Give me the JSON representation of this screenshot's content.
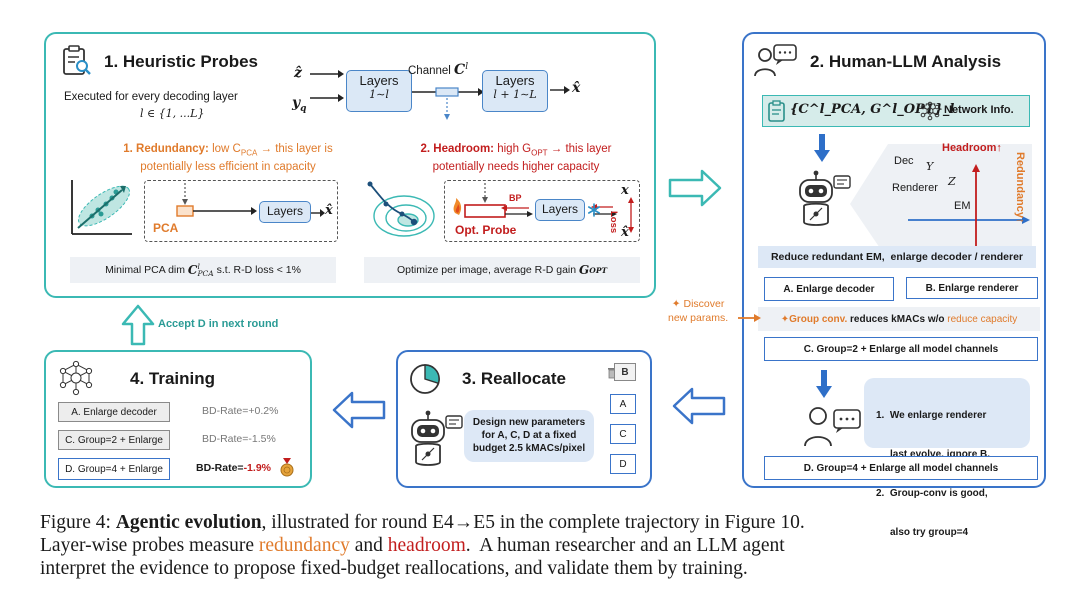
{
  "panel1": {
    "title": "1. Heuristic Probes",
    "executed": "Executed for every decoding layer",
    "layer_range": "l ∈ {1, ...L}",
    "input_z": "ẑ",
    "input_y": "y_q",
    "layers_a": "Layers",
    "layers_a_sub": "1∼l",
    "channel_label": "Channel",
    "channel_sym": "C",
    "channel_sup": "l",
    "layers_b": "Layers",
    "layers_b_sub": "l + 1∼L",
    "output_x": "x̂",
    "redundancy_lead": "1. Redundancy:",
    "redundancy_body1": "low C",
    "redundancy_sub": "PCA",
    "redundancy_body2": " → this layer is",
    "redundancy_line2": "potentially less efficient in capacity",
    "headroom_lead": "2. Headroom:",
    "headroom_body1": "high G",
    "headroom_sub": "OPT",
    "headroom_body2": " → this layer",
    "headroom_line2": "potentially needs higher capacity",
    "pca_label": "PCA",
    "pca_layers": "Layers",
    "opt_bp": "BP",
    "opt_layers": "Layers",
    "opt_probe": "Opt. Probe",
    "opt_loss": "Loss",
    "opt_x": "x",
    "opt_xhat": "x̂",
    "metric1_pre": "Minimal PCA dim ",
    "metric1_sym": "C",
    "metric1_sub": "PCA",
    "metric1_sup": "l",
    "metric1_post": " s.t. R-D loss < 1%",
    "metric2_pre": "Optimize per image, average R-D gain ",
    "metric2_sym": "G",
    "metric2_sub": "OPT"
  },
  "panel2": {
    "title": "2. Human-LLM Analysis",
    "evidence": "{C^l_PCA, G^l_OPT}_l",
    "network_info": "Network Info.",
    "chart_headroom": "Headroom↑",
    "chart_redundancy": "Redundancy↑",
    "chart_dec": "Dec",
    "chart_y": "Y",
    "chart_renderer": "Renderer",
    "chart_z": "Z",
    "chart_em": "EM",
    "summary": "Reduce redundant EM,  enlarge decoder / renderer",
    "option_a": "A. Enlarge decoder",
    "option_b": "B. Enlarge renderer",
    "group_conv_lead": "Group conv.",
    "group_conv_mid": " reduces kMACs w/o ",
    "group_conv_tail": "reduce capacity",
    "option_c": "C. Group=2 + Enlarge all model channels",
    "human_note1": "1.  We enlarge renderer",
    "human_note1b": "last evolve, ignore B.",
    "human_note2": "2.  Group-conv is good,",
    "human_note2b": "also try group=4",
    "option_d": "D. Group=4 + Enlarge all model channels"
  },
  "discover": {
    "line1": "Discover",
    "line2": "new params."
  },
  "panel3": {
    "title": "3. Reallocate",
    "text1": "Design new parameters",
    "text2": "for A, C, D at a fixed",
    "text3": "budget 2.5 kMACs/pixel",
    "items": [
      "B",
      "A",
      "C",
      "D"
    ]
  },
  "panel4": {
    "title": "4. Training",
    "rows": [
      {
        "label": "A. Enlarge decoder",
        "metric": "BD-Rate=+0.2%"
      },
      {
        "label": "C. Group=2 + Enlarge",
        "metric": "BD-Rate=-1.5%"
      },
      {
        "label": "D. Group=4 + Enlarge",
        "metric_pre": "BD-Rate=",
        "metric_val": "-1.9%"
      }
    ]
  },
  "accept": "Accept D in next round",
  "caption": {
    "fig": "Figure 4: ",
    "bold": "Agentic evolution",
    "t1": ", illustrated for round E4→E5 in the complete trajectory in Figure 10.",
    "t2": "Layer-wise probes measure ",
    "redundancy": "redundancy",
    "and": " and ",
    "headroom": "headroom",
    "t3": ".  A human researcher and an LLM agent",
    "t4": "interpret the evidence to propose fixed-budget reallocations, and validate them by training."
  },
  "colors": {
    "teal": "#3bb9b4",
    "blue": "#3a74c9",
    "orange": "#e07b2c",
    "red": "#c21d1d"
  }
}
